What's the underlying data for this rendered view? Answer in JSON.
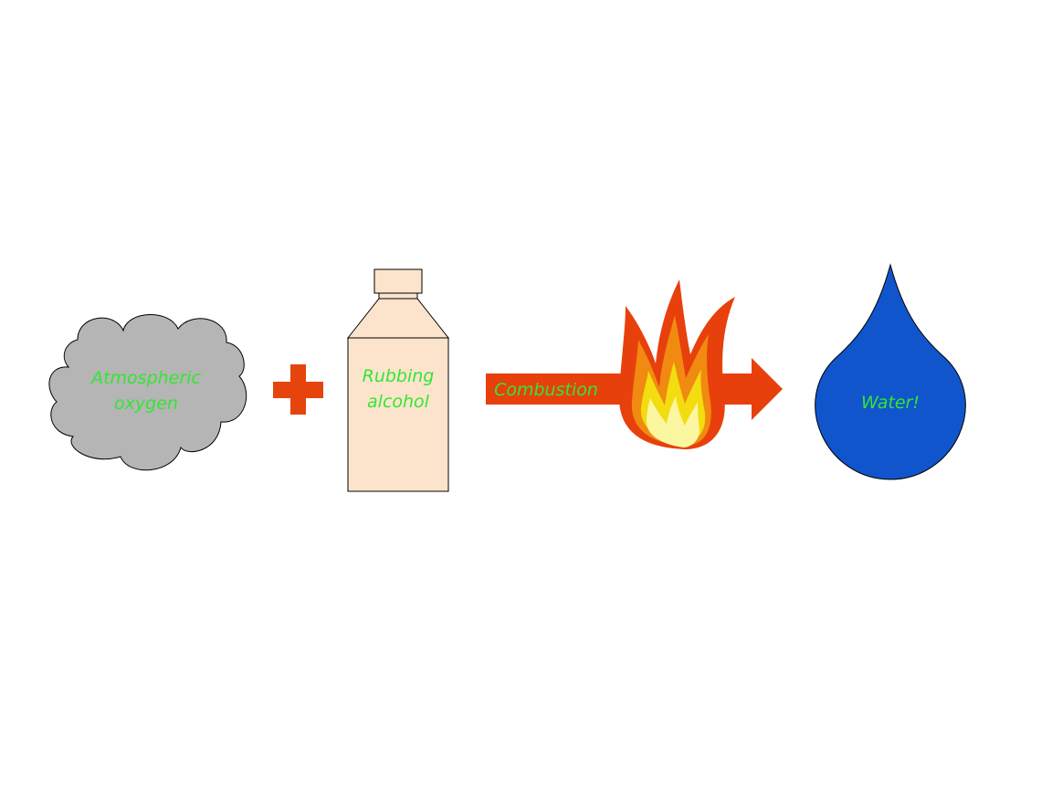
{
  "diagram": {
    "items": {
      "cloud": {
        "line1": "Atmospheric",
        "line2": "oxygen"
      },
      "bottle": {
        "line1": "Rubbing",
        "line2": "alcohol"
      },
      "arrow": {
        "label": "Combustion"
      },
      "drop": {
        "label": "Water!"
      }
    },
    "icons": {
      "cloud": "cloud-icon",
      "plus": "plus-icon",
      "bottle": "bottle-icon",
      "arrow": "arrow-right-icon",
      "fire": "fire-icon",
      "drop": "water-drop-icon"
    },
    "colors": {
      "label_text": "#33e633",
      "cloud_fill": "#b5b5b5",
      "plus_fill": "#e5440d",
      "bottle_fill": "#fce4cc",
      "arrow_fill": "#e8400c",
      "flame_outer": "#e8400c",
      "flame_mid": "#f08a10",
      "flame_inner": "#f3dc10",
      "flame_core": "#fbf6a0",
      "drop_fill": "#1155cc"
    }
  }
}
